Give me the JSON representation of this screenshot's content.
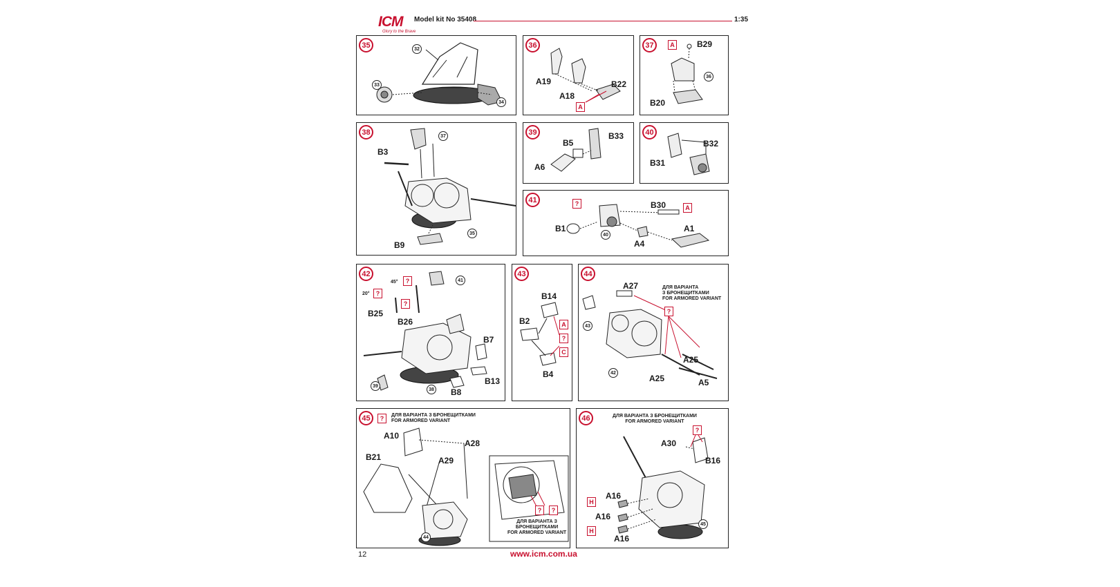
{
  "header": {
    "brand": "ICM",
    "tagline": "Glory to the Brave",
    "kit": "Model kit No 35408",
    "scale": "1:35"
  },
  "footer": {
    "page": "12",
    "url": "www.icm.com.ua"
  },
  "colors": {
    "accent": "#c8102e",
    "ink": "#1a1a1a"
  },
  "notes": {
    "armored_ua_1": "ДЛЯ ВАРІАНТА",
    "armored_ua_2": "З БРОНЕЩИТКАМИ",
    "armored_en": "FOR ARMORED VARIANT",
    "armored_ua_full": "ДЛЯ ВАРІАНТА З БРОНЕЩИТКАМИ",
    "armored_ua_a": "ДЛЯ ВАРІАНТА З",
    "armored_ua_b": "БРОНЕЩИТКАМИ"
  },
  "steps": {
    "s35": {
      "num": "35",
      "refs": [
        "32",
        "33",
        "34"
      ]
    },
    "s36": {
      "num": "36",
      "parts": [
        "A19",
        "A18",
        "B22"
      ],
      "mark": "A"
    },
    "s37": {
      "num": "37",
      "parts": [
        "B29",
        "B20"
      ],
      "mark": "A",
      "ref": "36"
    },
    "s38": {
      "num": "38",
      "parts": [
        "B3",
        "B9"
      ],
      "refs": [
        "37",
        "35"
      ]
    },
    "s39": {
      "num": "39",
      "parts": [
        "B5",
        "B33",
        "A6"
      ]
    },
    "s40": {
      "num": "40",
      "parts": [
        "B32",
        "B31"
      ]
    },
    "s41": {
      "num": "41",
      "parts": [
        "B30",
        "B1",
        "A4",
        "A1"
      ],
      "marks": [
        "?",
        "A"
      ],
      "ref": "40"
    },
    "s42": {
      "num": "42",
      "parts": [
        "B25",
        "B26",
        "B7",
        "B13",
        "B8"
      ],
      "marks": [
        "?",
        "?",
        "?"
      ],
      "angles": [
        "45°",
        "20°"
      ],
      "refs": [
        "41",
        "39",
        "38"
      ]
    },
    "s43": {
      "num": "43",
      "parts": [
        "B14",
        "B2",
        "B4"
      ],
      "marks": [
        "A",
        "?",
        "C"
      ]
    },
    "s44": {
      "num": "44",
      "parts": [
        "A27",
        "A25",
        "A25",
        "A5"
      ],
      "mark": "?",
      "refs": [
        "43",
        "42"
      ]
    },
    "s45": {
      "num": "45",
      "parts": [
        "A10",
        "A28",
        "B21",
        "A29"
      ],
      "marks": [
        "?",
        "?",
        "?"
      ],
      "ref": "44"
    },
    "s46": {
      "num": "46",
      "parts": [
        "A30",
        "B16",
        "A16",
        "A16",
        "A16"
      ],
      "marks": [
        "?",
        "H",
        "H"
      ],
      "ref": "45"
    }
  }
}
